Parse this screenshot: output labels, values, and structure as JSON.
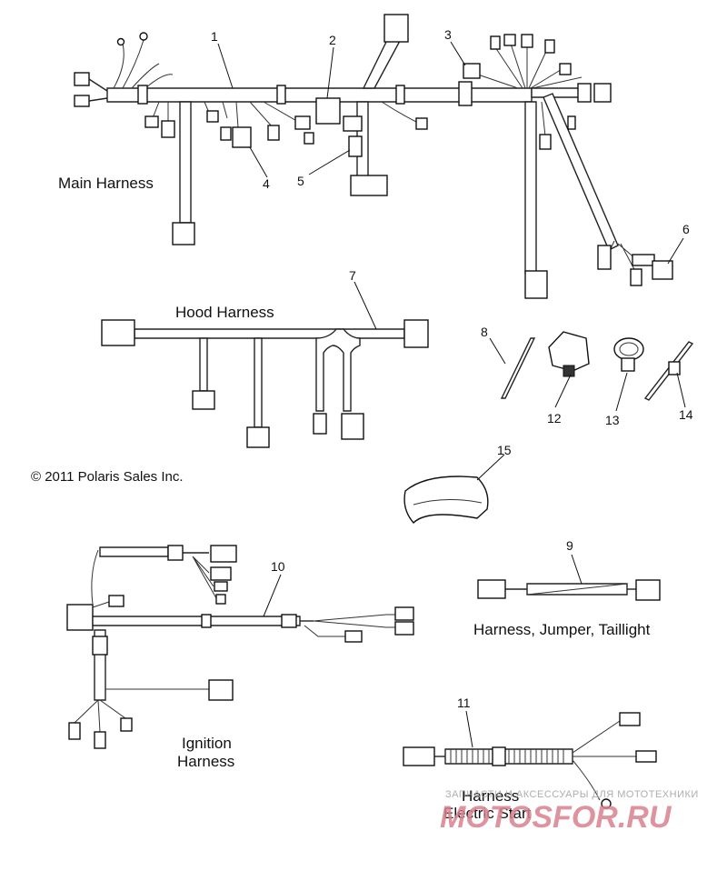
{
  "callouts": [
    "1",
    "2",
    "3",
    "4",
    "5",
    "6",
    "7",
    "8",
    "9",
    "10",
    "11",
    "12",
    "13",
    "14",
    "15"
  ],
  "titles": {
    "main": "Main Harness",
    "hood": "Hood Harness",
    "jumper": "Harness, Jumper, Taillight",
    "ignition_line1": "Ignition",
    "ignition_line2": "Harness",
    "electric_line1": "Harness",
    "electric_line2": "Electric Start"
  },
  "copyright": "© 2011 Polaris Sales Inc.",
  "watermark": {
    "tagline": "ЗАПЧАСТИ И АКСЕССУАРЫ ДЛЯ МОТОТЕХНИКИ",
    "brand": "MOTOSFOR.RU"
  },
  "colors": {
    "line": "#222222",
    "watermark_brand": "#d9828e",
    "watermark_tagline": "#a0a0a0"
  }
}
